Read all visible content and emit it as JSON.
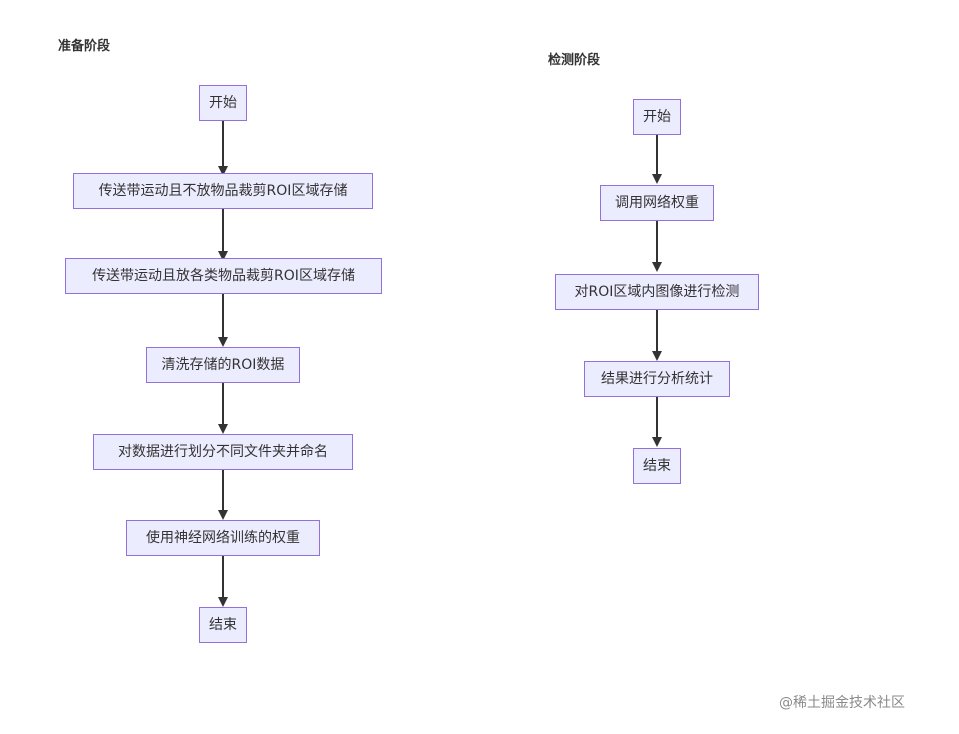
{
  "sections": {
    "prepare": {
      "title": "准备阶段",
      "nodes": [
        "开始",
        "传送带运动且不放物品裁剪ROI区域存储",
        "传送带运动且放各类物品裁剪ROI区域存储",
        "清洗存储的ROI数据",
        "对数据进行划分不同文件夹并命名",
        "使用神经网络训练的权重",
        "结束"
      ]
    },
    "detect": {
      "title": "检测阶段",
      "nodes": [
        "开始",
        "调用网络权重",
        "对ROI区域内图像进行检测",
        "结果进行分析统计",
        "结束"
      ]
    }
  },
  "watermark": "@稀土掘金技术社区",
  "colors": {
    "node_fill": "#ececff",
    "node_border": "#9370db",
    "edge": "#333333",
    "text": "#333333"
  }
}
